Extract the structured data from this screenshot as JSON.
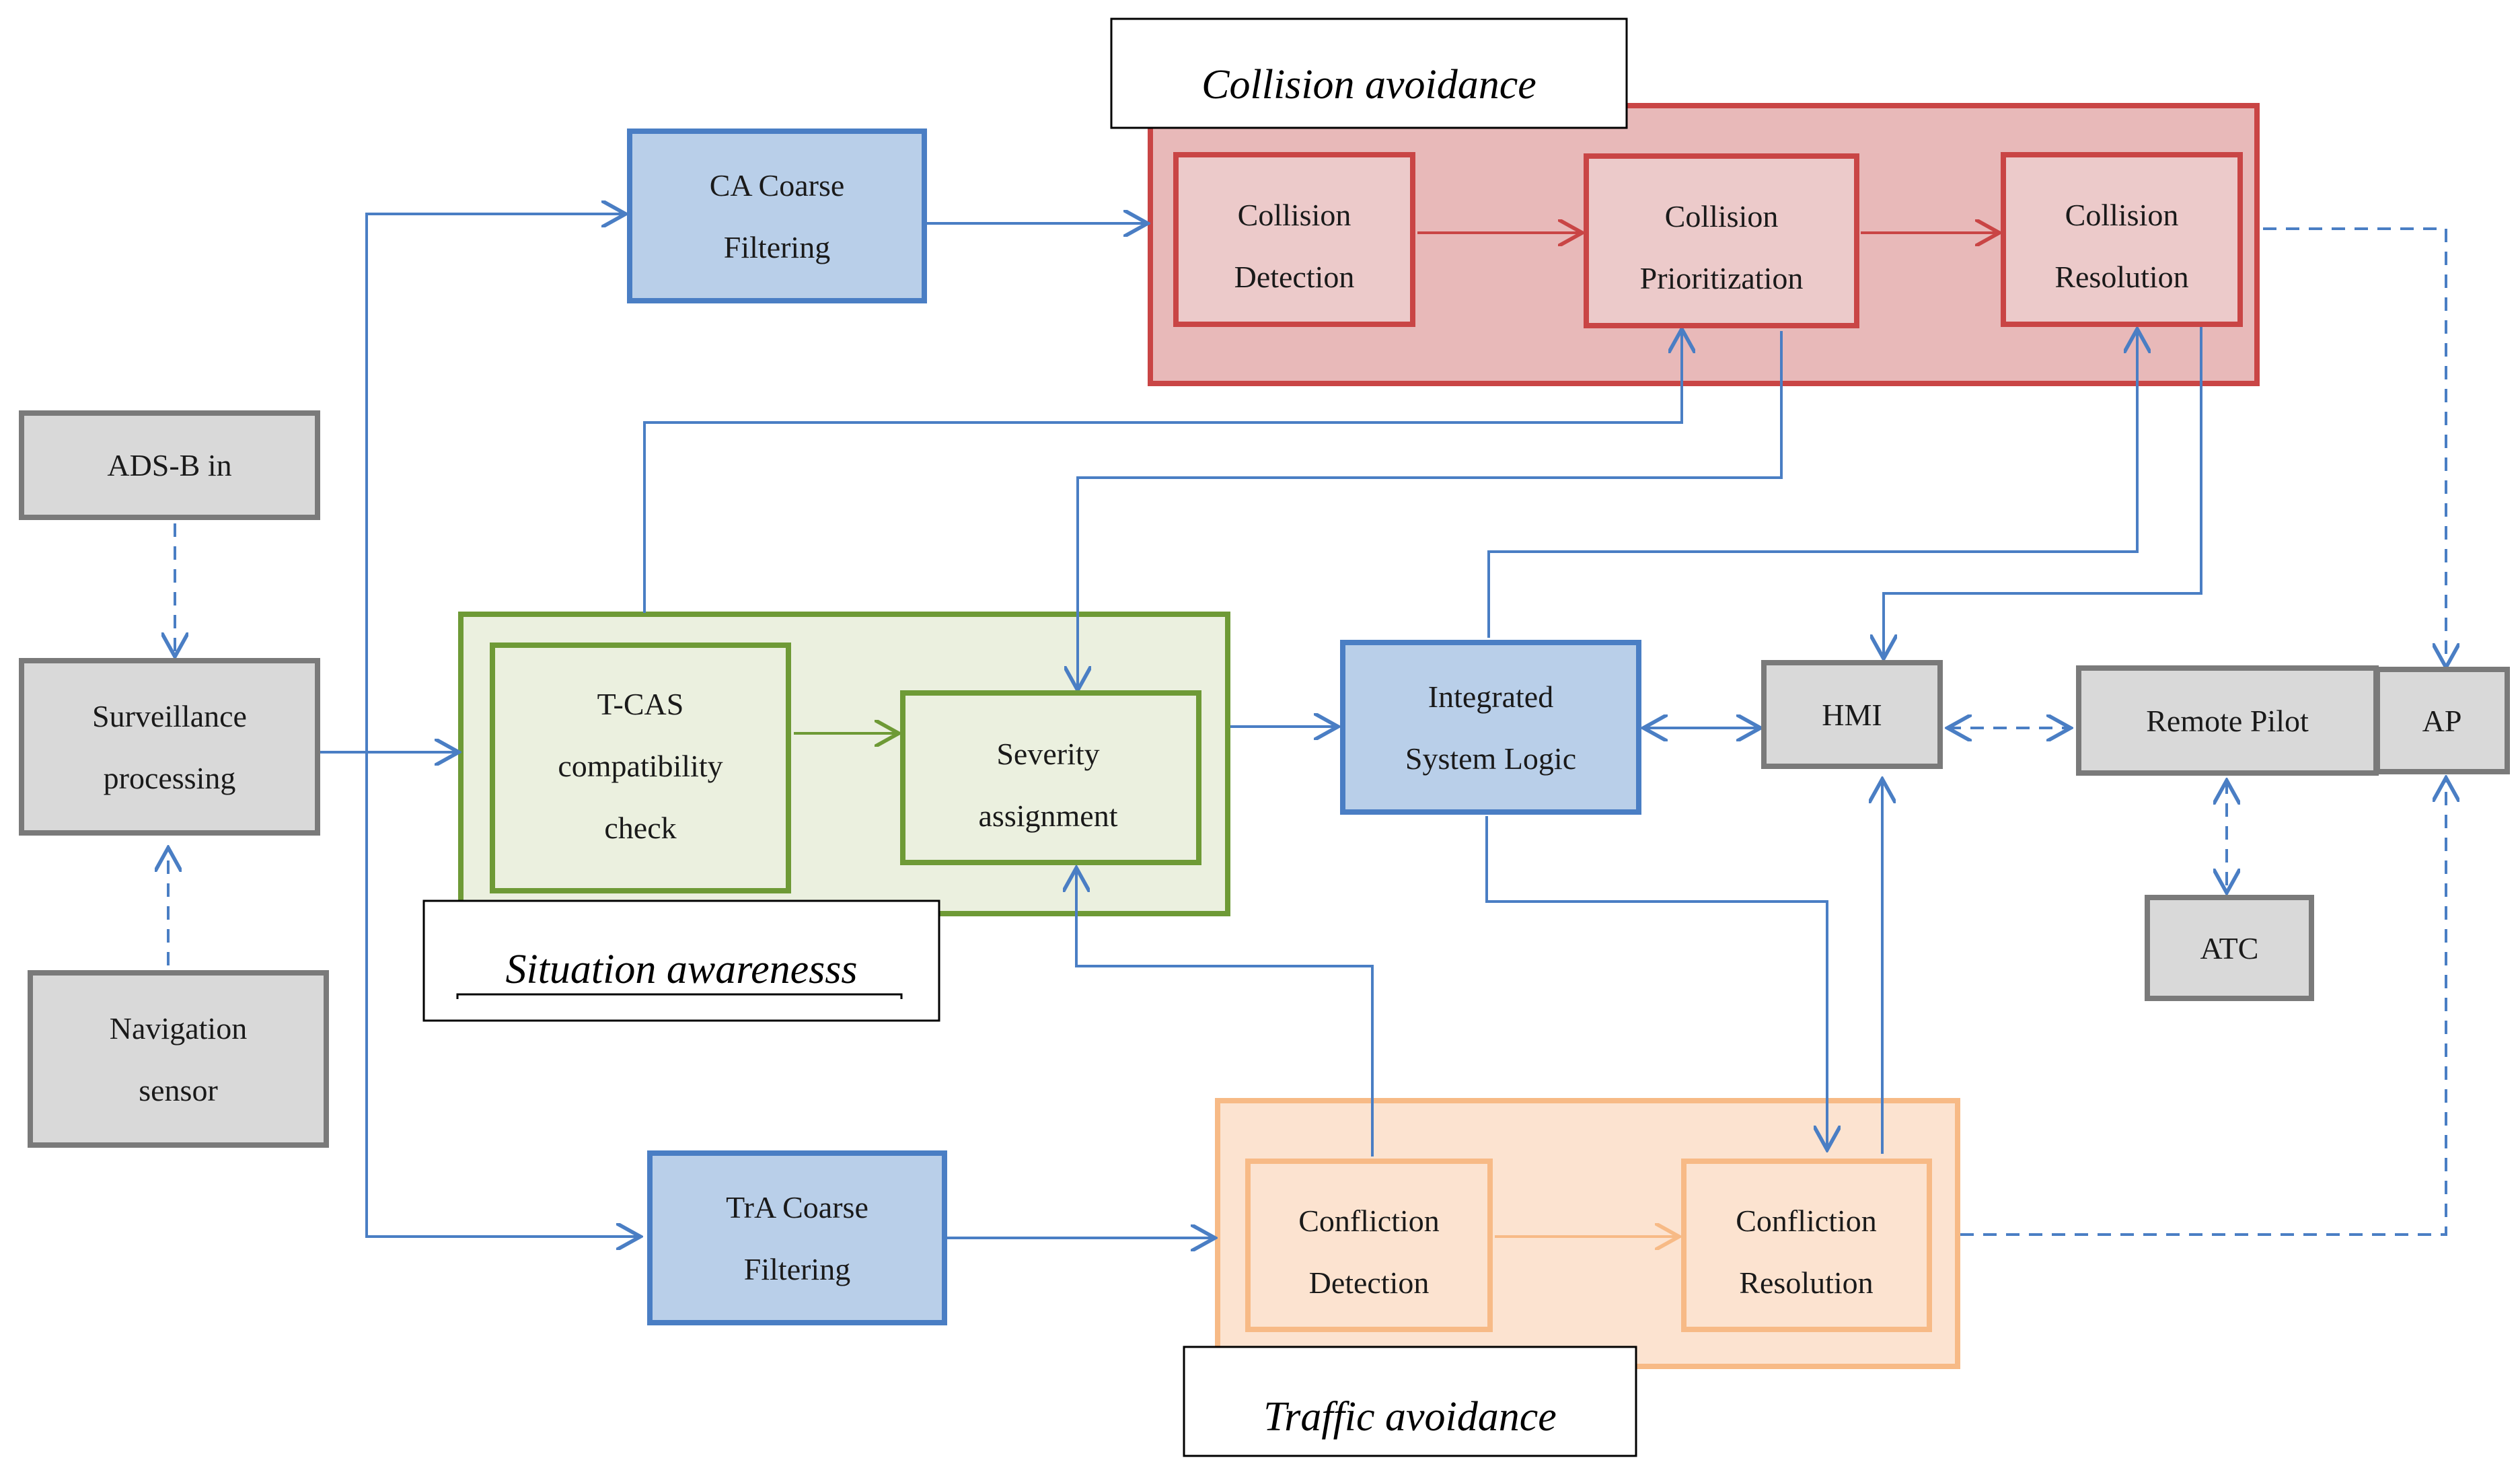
{
  "colors": {
    "red_group_fill": "#e8b9b9",
    "red_border": "#c94545",
    "red_box_fill": "#eccaca",
    "green_group_fill": "#ebf0df",
    "green_border": "#6e9a36",
    "orange_group_fill": "#fce3d0",
    "orange_border": "#f7ba86",
    "blue_box_fill": "#b9cfe9",
    "blue_border": "#4a7ec4",
    "gray_box_fill": "#d9d9d9",
    "gray_border": "#7a7a7a",
    "arrow_blue": "#4a7ec4"
  },
  "groups": {
    "collision": {
      "title": "Collision avoidance"
    },
    "situation": {
      "title": "Situation awarenesss"
    },
    "traffic": {
      "title": "Traffic avoidance"
    }
  },
  "nodes": {
    "adsb": [
      "ADS-B in"
    ],
    "surveillance": [
      "Surveillance",
      "processing"
    ],
    "navigation": [
      "Navigation",
      "sensor"
    ],
    "ca_coarse": [
      "CA Coarse",
      "Filtering"
    ],
    "tra_coarse": [
      "TrA Coarse",
      "Filtering"
    ],
    "collision_detection": [
      "Collision",
      "Detection"
    ],
    "collision_prioritization": [
      "Collision",
      "Prioritization"
    ],
    "collision_resolution": [
      "Collision",
      "Resolution"
    ],
    "tcas": [
      "T-CAS",
      "compatibility",
      "check"
    ],
    "severity": [
      "Severity",
      "assignment"
    ],
    "integrated": [
      "Integrated",
      "System Logic"
    ],
    "hmi": [
      "HMI"
    ],
    "remote_pilot": [
      "Remote Pilot"
    ],
    "ap": [
      "AP"
    ],
    "atc": [
      "ATC"
    ],
    "confliction_detection": [
      "Confliction",
      "Detection"
    ],
    "confliction_resolution": [
      "Confliction",
      "Resolution"
    ]
  }
}
